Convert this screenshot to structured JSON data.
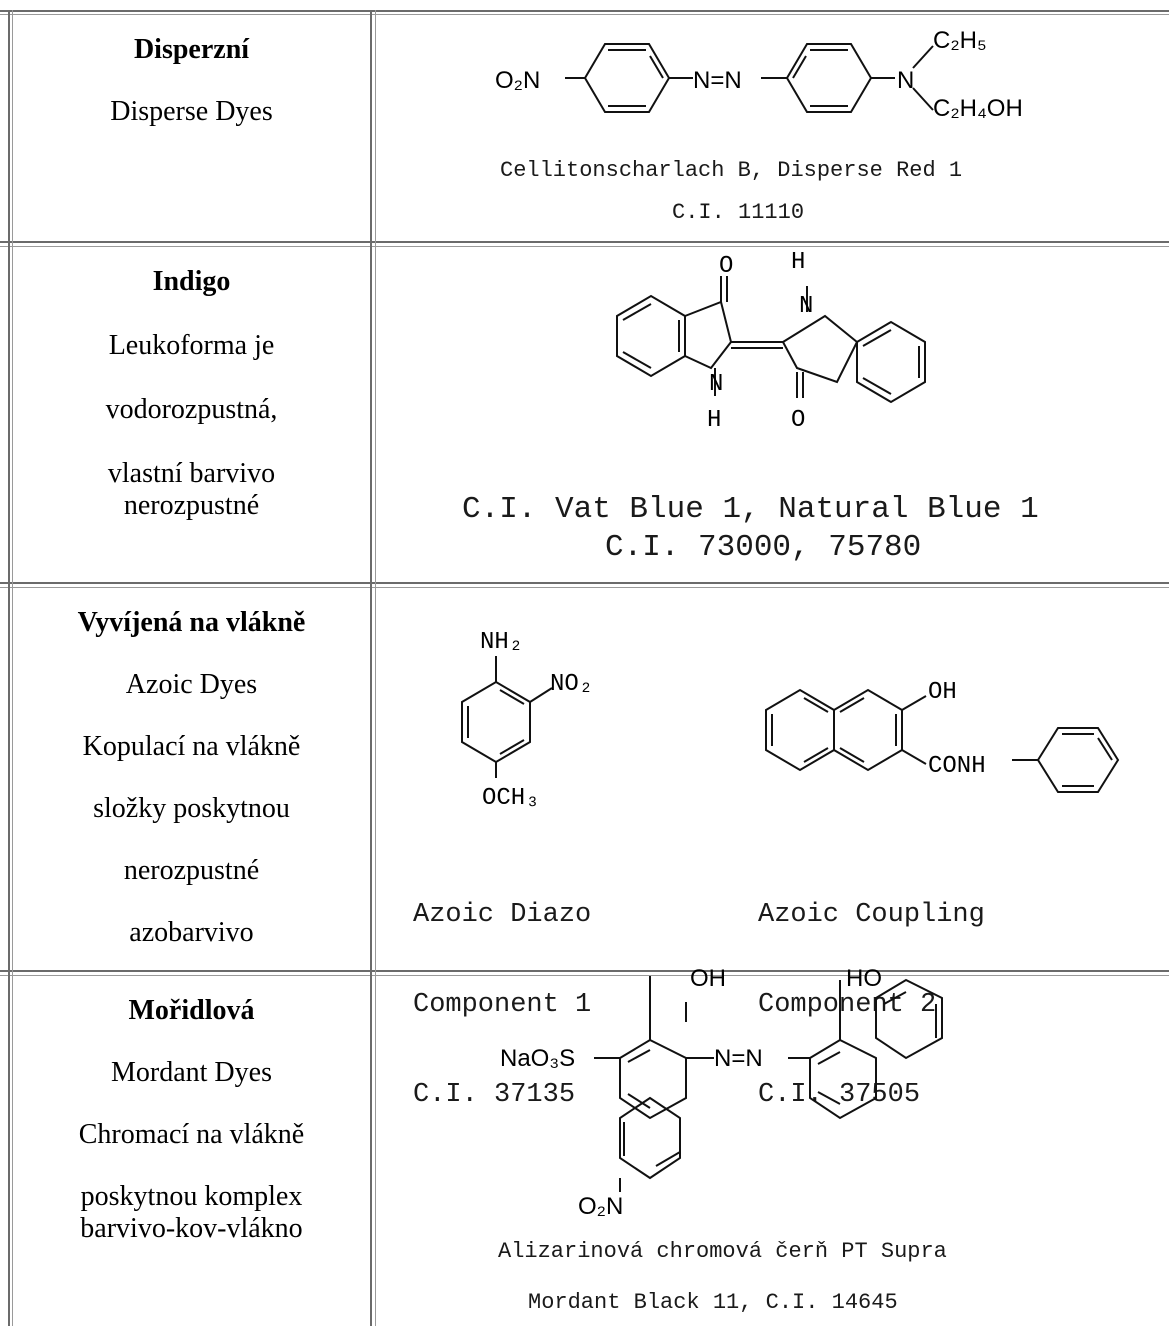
{
  "rows": [
    {
      "left": {
        "title": "Disperzní",
        "lines": [
          "Disperse Dyes"
        ]
      },
      "right": {
        "atoms": {
          "o2n": "O₂N",
          "azo": "N=N",
          "n": "N",
          "c2h5": "C₂H₅",
          "c2h4oh": "C₂H₄OH"
        },
        "captions": [
          "Cellitonscharlach B, Disperse Red 1",
          "C.I. 11110"
        ]
      }
    },
    {
      "left": {
        "title": "Indigo",
        "lines": [
          "Leukoforma je",
          "vodorozpustná,",
          "vlastní barvivo",
          "nerozpustné"
        ]
      },
      "right": {
        "atoms": {
          "o": "O",
          "h": "H",
          "n": "N"
        },
        "captions": [
          "C.I. Vat Blue 1, Natural Blue 1",
          "C.I. 73000, 75780"
        ]
      }
    },
    {
      "left": {
        "title": "Vyvíjená na vlákně",
        "lines": [
          "Azoic Dyes",
          "Kopulací na vlákně",
          "složky poskytnou",
          "nerozpustné",
          "azobarvivo"
        ]
      },
      "right": {
        "atoms": {
          "nh2": "NH₂",
          "no2": "NO₂",
          "och3": "OCH₃",
          "oh": "OH",
          "conh": "CONH"
        },
        "captions_a": [
          "Azoic Diazo",
          "Component 1",
          "C.I. 37135"
        ],
        "captions_b": [
          "Azoic Coupling",
          "Component 2",
          "C.I. 37505"
        ]
      }
    },
    {
      "left": {
        "title": "Mořidlová",
        "lines": [
          "Mordant Dyes",
          "Chromací na vlákně",
          "poskytnou komplex",
          "barvivo-kov-vlákno"
        ]
      },
      "right": {
        "atoms": {
          "oh": "OH",
          "ho": "HO",
          "naso3s": "NaO₃S",
          "azo": "N=N",
          "o2n": "O₂N"
        },
        "captions": [
          "Alizarinová chromová čerň PT Supra",
          "Mordant Black 11, C.I. 14645"
        ]
      }
    }
  ]
}
